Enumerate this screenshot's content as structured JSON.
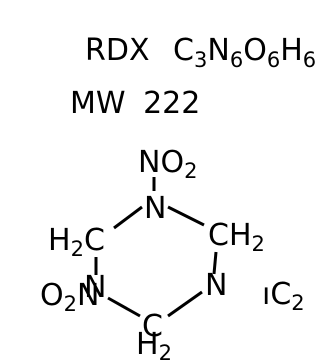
{
  "header": {
    "compound": "RDX",
    "formula": {
      "c": "C",
      "c_n": "3",
      "n": "N",
      "n_n": "6",
      "o": "O",
      "o_n": "6",
      "h": "H",
      "h_n": "6"
    },
    "mw_label": "MW",
    "mw_value": "222"
  },
  "structure": {
    "top_nitro": {
      "n": "N",
      "o": "O",
      "o_n": "2"
    },
    "ring_n_top": "N",
    "left_ch2": {
      "h": "H",
      "h_n": "2",
      "c": "C"
    },
    "right_ch2": {
      "c": "C",
      "h": "H",
      "h_n": "2"
    },
    "ring_n_left": "N",
    "ring_n_right": "N",
    "left_nitro": {
      "o": "O",
      "o_n": "2",
      "n": "N"
    },
    "bottom_ch2": {
      "c": "C",
      "h": "H",
      "h_n": "2"
    },
    "right_nitro_partial": {
      "prefix": "ıC",
      "sub": "2"
    }
  },
  "colors": {
    "ink": "#000000",
    "background": "#ffffff"
  }
}
